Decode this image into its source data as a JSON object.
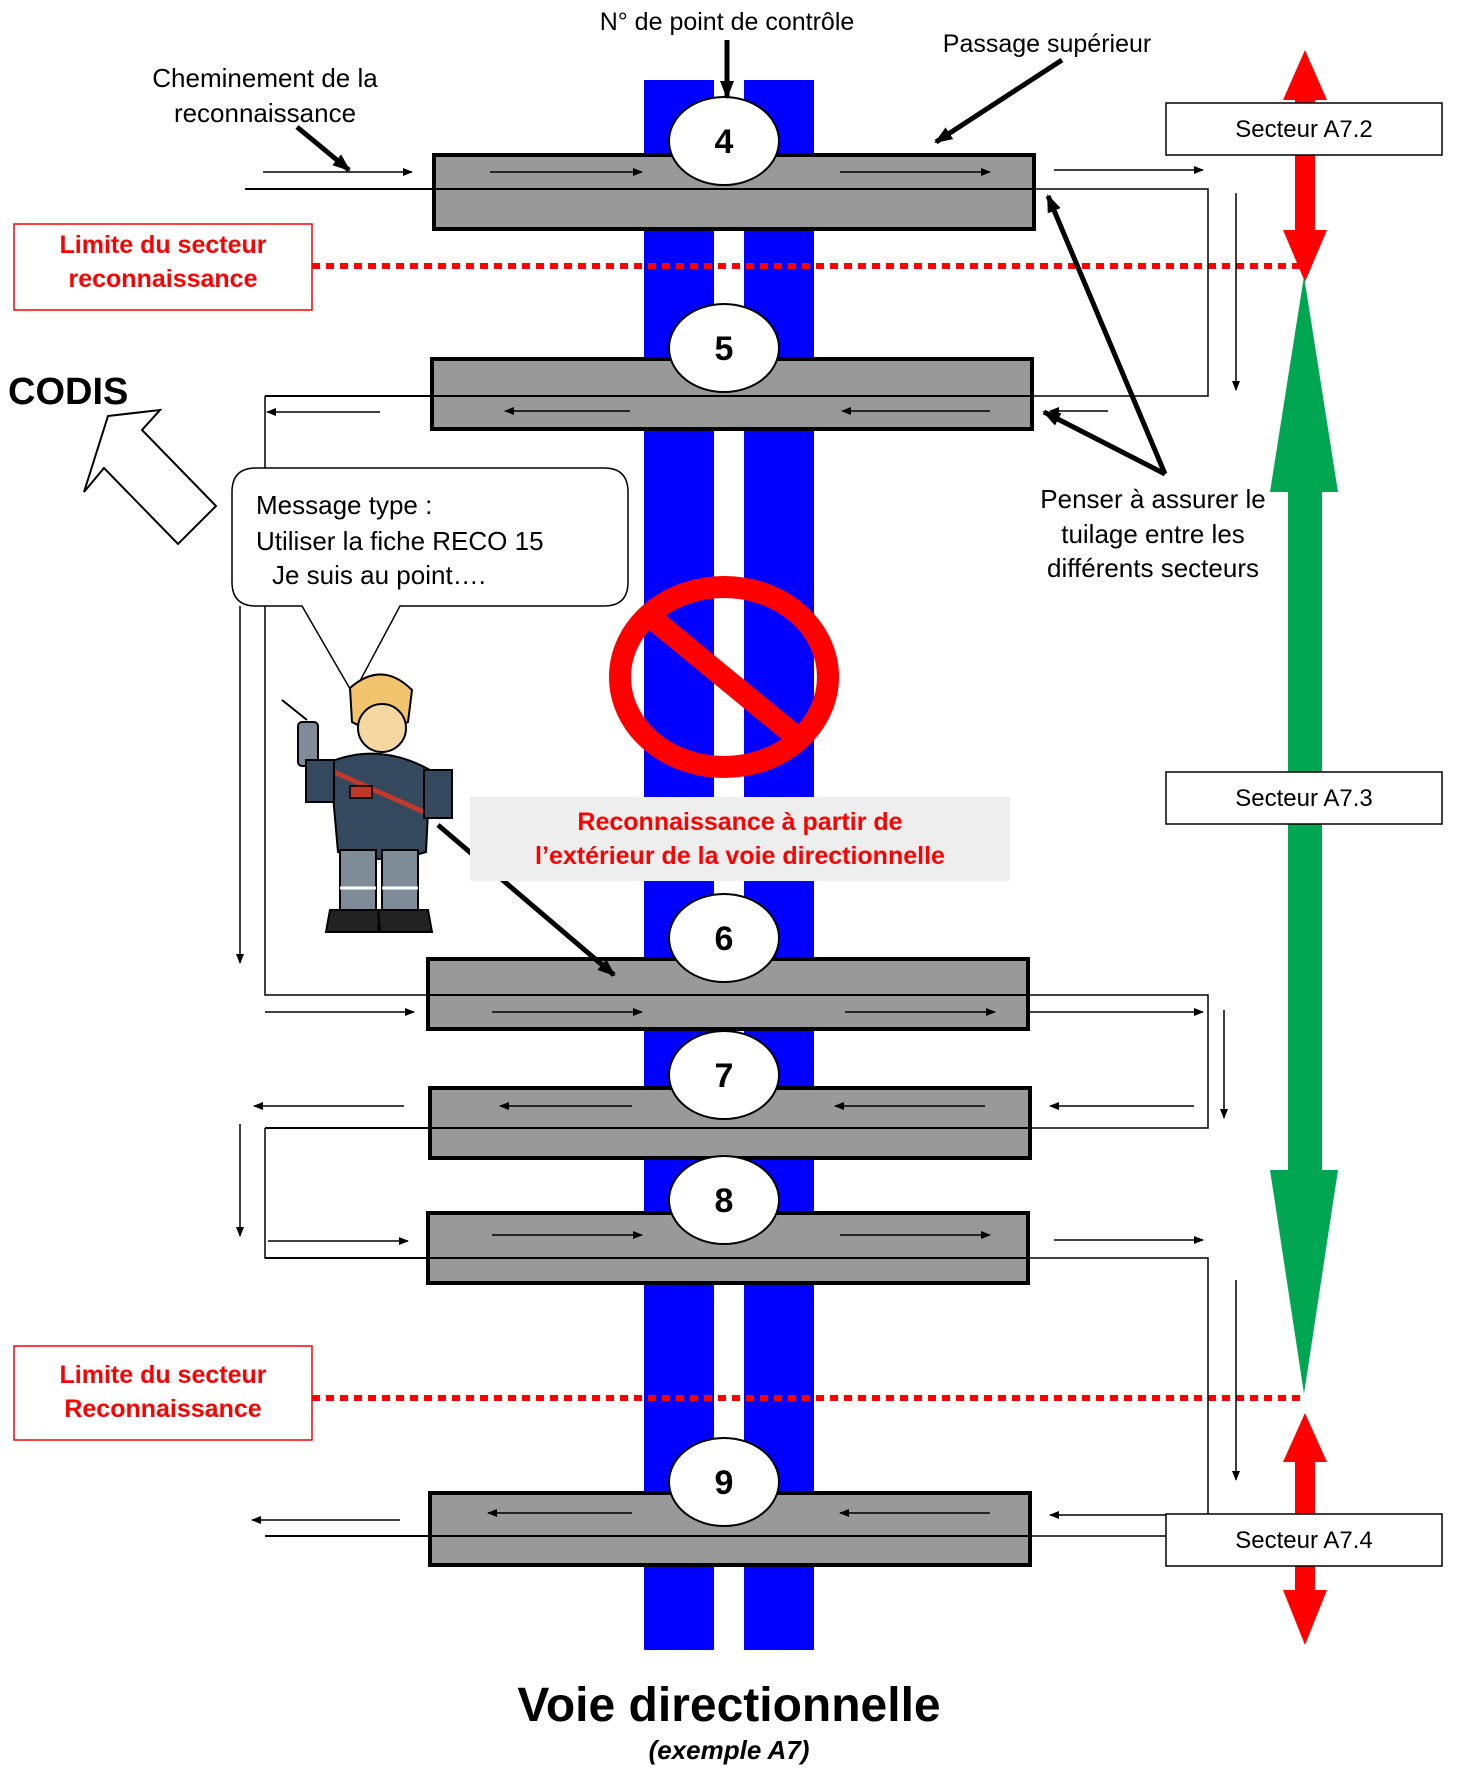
{
  "labels": {
    "checkpoint_number": "N° de point de contrôle",
    "overpass": "Passage supérieur",
    "route_line1": "Cheminement de la",
    "route_line2": "reconnaissance",
    "codis": "CODIS",
    "overlap_line1": "Penser à assurer le",
    "overlap_line2": "tuilage entre les",
    "overlap_line3": "différents secteurs",
    "limit_top_line1": "Limite du secteur",
    "limit_top_line2": "reconnaissance",
    "limit_bottom_line1": "Limite du secteur",
    "limit_bottom_line2": "Reconnaissance",
    "outside_line1": "Reconnaissance à partir de",
    "outside_line2": "l’extérieur de la voie directionnelle",
    "title": "Voie directionnelle",
    "subtitle": "(exemple A7)"
  },
  "message": {
    "line1": "Message type :",
    "line2": "Utiliser la fiche RECO 15",
    "line3": "Je suis au point…."
  },
  "sectors": [
    "Secteur A7.2",
    "Secteur A7.3",
    "Secteur A7.4"
  ],
  "checkpoints": [
    "4",
    "5",
    "6",
    "7",
    "8",
    "9"
  ],
  "colors": {
    "road": "#0000ff",
    "overpass": "#999999",
    "limit": "#ff0000",
    "sector_arrow_red": "#ff0000",
    "sector_arrow_green": "#00a651"
  },
  "icons": [
    "prohibited-sign-icon",
    "firefighter-with-radio-icon",
    "hollow-arrow-icon"
  ]
}
